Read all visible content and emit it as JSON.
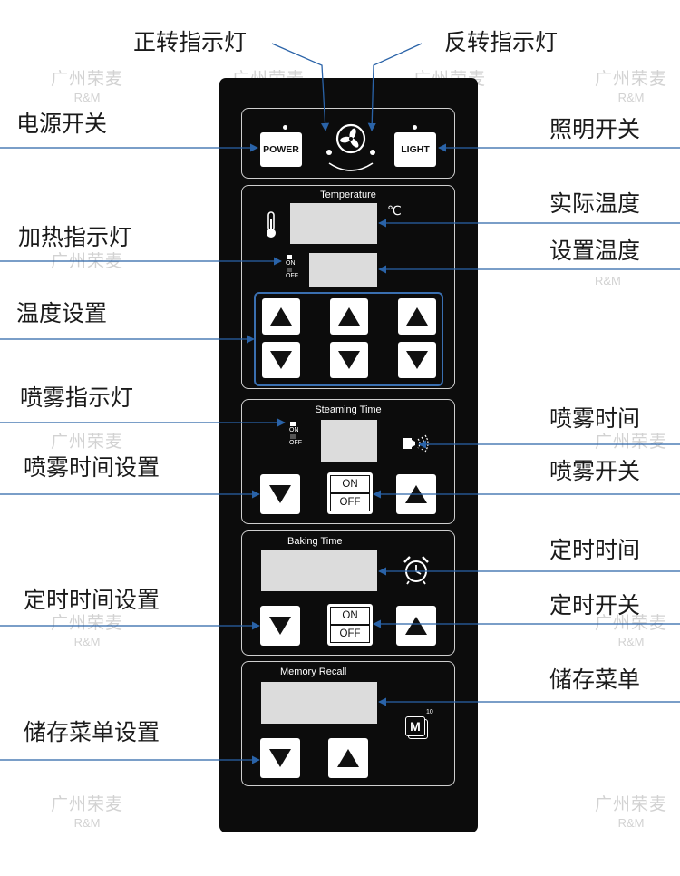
{
  "callouts": {
    "forward_indicator": "正转指示灯",
    "reverse_indicator": "反转指示灯",
    "power_switch": "电源开关",
    "light_switch": "照明开关",
    "actual_temp": "实际温度",
    "heating_indicator": "加热指示灯",
    "set_temp": "设置温度",
    "temp_setting": "温度设置",
    "spray_indicator": "喷雾指示灯",
    "spray_time": "喷雾时间",
    "spray_time_setting": "喷雾时间设置",
    "spray_switch": "喷雾开关",
    "timer_time": "定时时间",
    "timer_time_setting": "定时时间设置",
    "timer_switch": "定时开关",
    "memory_menu": "储存菜单",
    "memory_menu_setting": "储存菜单设置"
  },
  "watermark": {
    "cn": "广州荣麦",
    "en": "R&M"
  },
  "panel": {
    "power_label": "POWER",
    "light_label": "LIGHT",
    "temperature_title": "Temperature",
    "celsius_unit": "℃",
    "on_label": "ON",
    "off_label": "OFF",
    "steaming_title": "Steaming Time",
    "baking_title": "Baking Time",
    "memory_title": "Memory Recall",
    "memory_icon_letter": "M",
    "memory_icon_count": "10"
  },
  "colors": {
    "panel_bg": "#0c0c0c",
    "line_blue": "#2a63a8",
    "display_gray": "#dcdcdc"
  },
  "icons": [
    "fan-icon",
    "thermometer-icon",
    "spray-nozzle-icon",
    "alarm-clock-icon",
    "memory-icon",
    "up-arrow-icon",
    "down-arrow-icon"
  ]
}
